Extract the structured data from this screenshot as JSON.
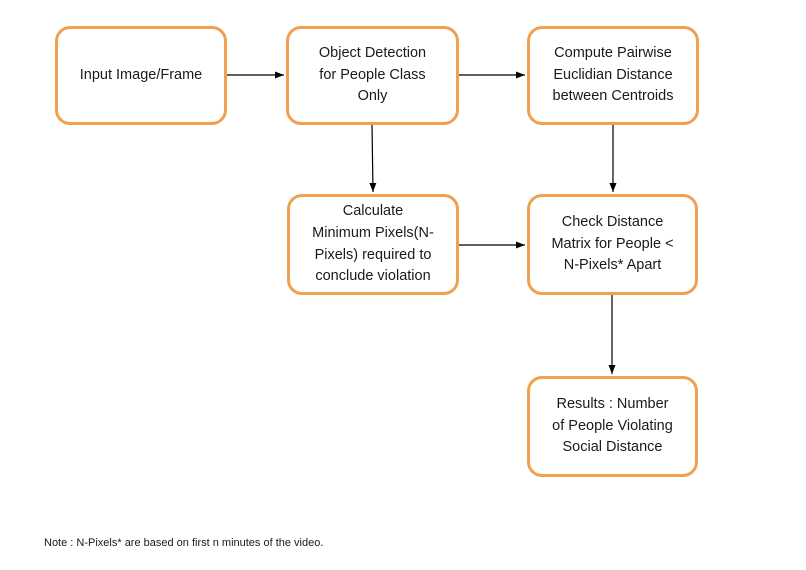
{
  "nodes": {
    "input": "Input Image/Frame",
    "detect": "Object Detection\nfor People Class\nOnly",
    "compute": "Compute Pairwise\nEuclidian Distance\nbetween Centroids",
    "calc": "Calculate\nMinimum Pixels(N-\nPixels) required to\nconclude violation",
    "check": "Check Distance\nMatrix for People <\nN-Pixels* Apart",
    "results": "Results : Number\nof People Violating\nSocial Distance"
  },
  "note": "Note : N-Pixels* are based on first n minutes of the video.",
  "colors": {
    "node_border": "#f0a050",
    "arrow": "#000000",
    "text": "#1a1a1a"
  }
}
